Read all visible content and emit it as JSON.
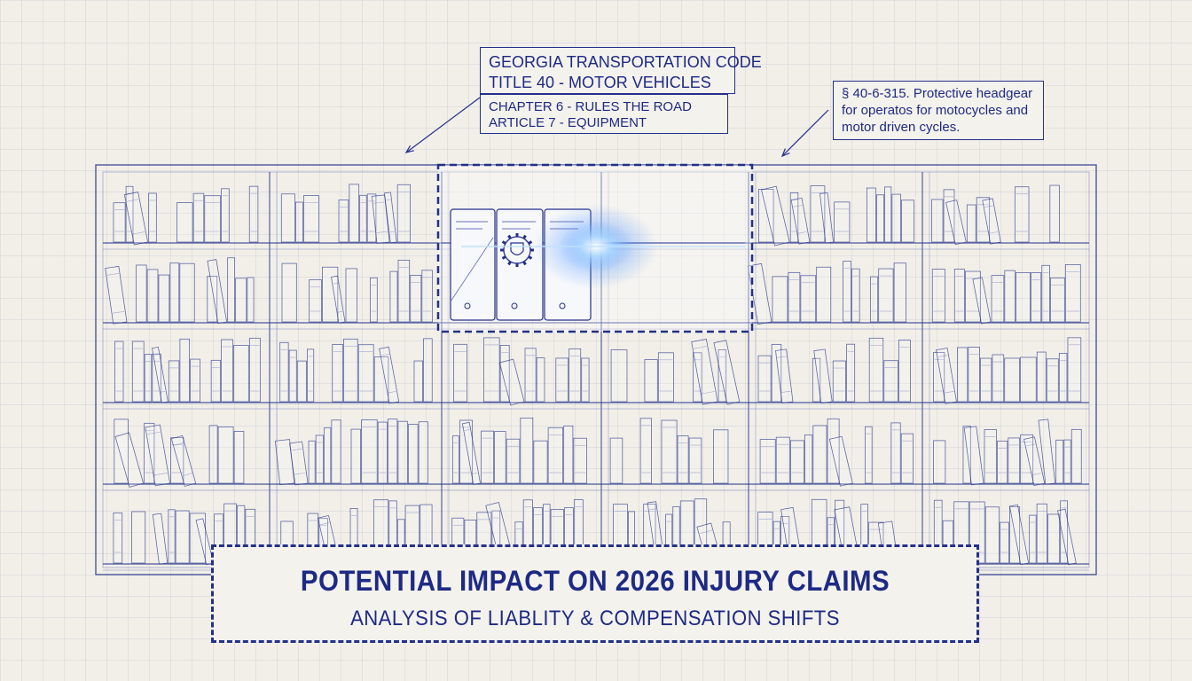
{
  "callouts": {
    "code_title": [
      "GEORGIA TRANSPORTATION CODE",
      "TITLE 40 - MOTOR VEHICLES"
    ],
    "code_sub": [
      "CHAPTER 6 - RULES THE ROAD",
      "ARTICLE 7 - EQUIPMENT"
    ],
    "statute": [
      "§ 40-6-315. Protective headgear",
      "for operatos for motocycles and",
      "motor driven cycles."
    ]
  },
  "banner": {
    "title": "POTENTIAL IMPACT ON 2026 INJURY CLAIMS",
    "subtitle": "ANALYSIS OF LIABLITY & COMPENSATION SHIFTS"
  },
  "colors": {
    "ink": "#23308a",
    "ink_light": "#6a74b8",
    "paper": "#f1efe8",
    "glow": "#3f8cff"
  },
  "icons": {
    "highlight_emblem": "gear-shield-icon"
  }
}
